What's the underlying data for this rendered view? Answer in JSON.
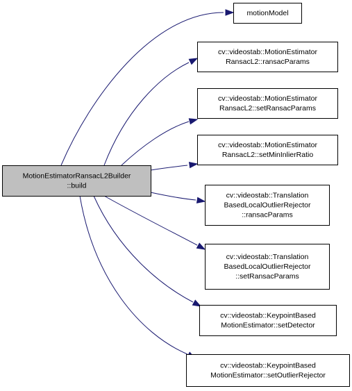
{
  "graph": {
    "root": {
      "id": "root",
      "lines": [
        "MotionEstimatorRansacL2Builder",
        "::build"
      ]
    },
    "callees": [
      {
        "id": "n1",
        "lines": [
          "motionModel"
        ]
      },
      {
        "id": "n2",
        "lines": [
          "cv::videostab::MotionEstimator",
          "RansacL2::ransacParams"
        ]
      },
      {
        "id": "n3",
        "lines": [
          "cv::videostab::MotionEstimator",
          "RansacL2::setRansacParams"
        ]
      },
      {
        "id": "n4",
        "lines": [
          "cv::videostab::MotionEstimator",
          "RansacL2::setMinInlierRatio"
        ]
      },
      {
        "id": "n5",
        "lines": [
          "cv::videostab::Translation",
          "BasedLocalOutlierRejector",
          "::ransacParams"
        ]
      },
      {
        "id": "n6",
        "lines": [
          "cv::videostab::Translation",
          "BasedLocalOutlierRejector",
          "::setRansacParams"
        ]
      },
      {
        "id": "n7",
        "lines": [
          "cv::videostab::KeypointBased",
          "MotionEstimator::setDetector"
        ]
      },
      {
        "id": "n8",
        "lines": [
          "cv::videostab::KeypointBased",
          "MotionEstimator::setOutlierRejector"
        ]
      }
    ],
    "colors": {
      "edge": "#191970",
      "root_fill": "#bfbfbf",
      "node_fill": "#ffffff",
      "border": "#000000"
    }
  }
}
